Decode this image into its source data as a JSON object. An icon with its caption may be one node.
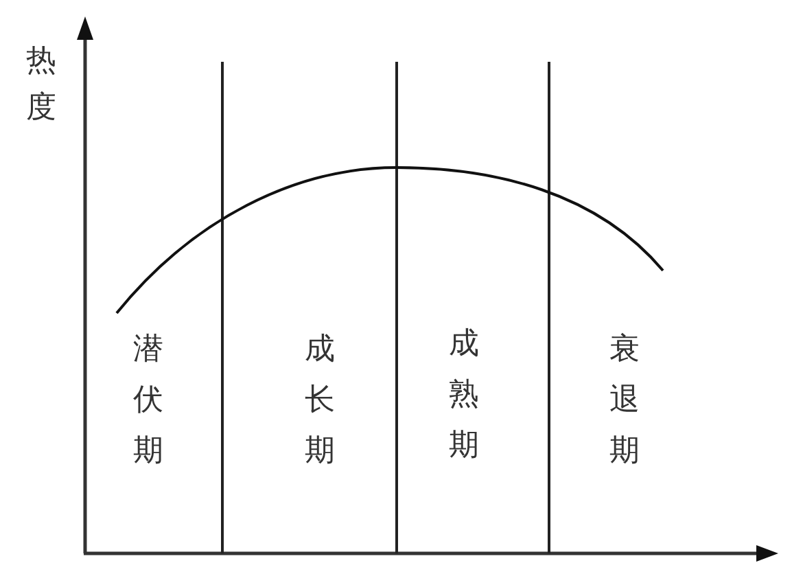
{
  "diagram": {
    "labels": [
      "热度",
      "潜伏期",
      "成长期",
      "成熟期",
      "衰退期"
    ]
  }
}
